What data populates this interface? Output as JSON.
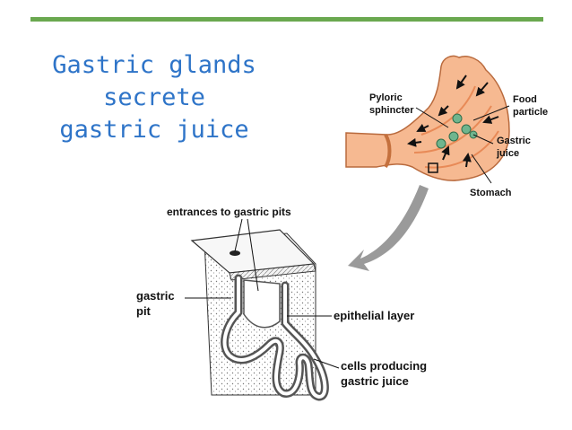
{
  "title_lines": [
    "Gastric glands",
    "secrete",
    "gastric juice"
  ],
  "labels": {
    "pyloric": [
      "Pyloric",
      "sphincter"
    ],
    "food": [
      "Food",
      "particle"
    ],
    "gastric_juice": [
      "Gastric",
      "juice"
    ],
    "stomach": "Stomach",
    "entrances": "entrances to gastric pits",
    "gastric_pit": [
      "gastric",
      "pit"
    ],
    "epithelial": "epithelial layer",
    "cells": [
      "cells producing",
      "gastric juice"
    ]
  },
  "colors": {
    "accent_bar": "#6aa84f",
    "title": "#2e74c8",
    "stomach_fill": "#f6b991",
    "stomach_dark": "#e88a57",
    "particle": "#6fb58e",
    "arrow_gray": "#9a9a9a"
  }
}
